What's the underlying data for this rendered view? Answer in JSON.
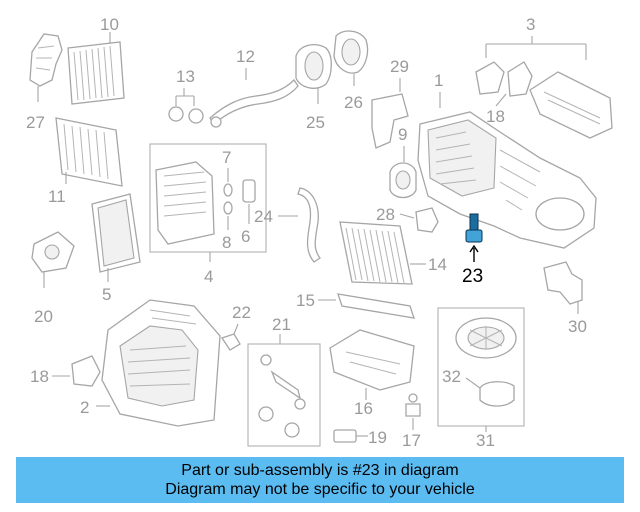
{
  "callouts": {
    "c1": "1",
    "c2": "2",
    "c3": "3",
    "c4": "4",
    "c5": "5",
    "c6": "6",
    "c7": "7",
    "c8": "8",
    "c9": "9",
    "c10": "10",
    "c11": "11",
    "c12": "12",
    "c13": "13",
    "c14": "14",
    "c15": "15",
    "c16": "16",
    "c17": "17",
    "c18a": "18",
    "c18b": "18",
    "c19": "19",
    "c20": "20",
    "c21": "21",
    "c22": "22",
    "c23": "23",
    "c24": "24",
    "c25": "25",
    "c26": "26",
    "c27": "27",
    "c28": "28",
    "c29": "29",
    "c30": "30",
    "c31": "31",
    "c32": "32"
  },
  "highlighted_part": "23",
  "colors": {
    "banner": "#5bbcf2",
    "highlight": "#000000",
    "callout": "#9a9a9a"
  },
  "banner": {
    "line1": "Part or sub-assembly is #23 in diagram",
    "line2": "Diagram may not be specific to your vehicle"
  }
}
